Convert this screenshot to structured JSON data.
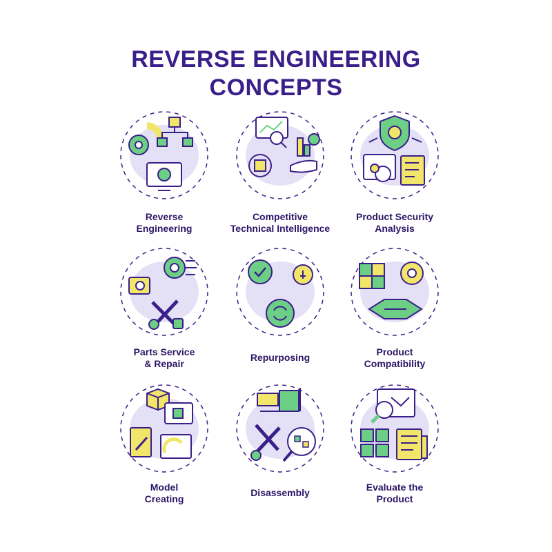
{
  "title": {
    "line1": "REVERSE ENGINEERING",
    "line2": "CONCEPTS"
  },
  "palette": {
    "outline": "#3a1f8a",
    "green": "#6ccf85",
    "yellow": "#f2e66a",
    "blob": "#e4e0f5"
  },
  "concepts": [
    {
      "line1": "Reverse",
      "line2": "Engineering",
      "icon": "reverse-engineering-icon"
    },
    {
      "line1": "Competitive",
      "line2": "Technical Intelligence",
      "icon": "competitive-intelligence-icon"
    },
    {
      "line1": "Product Security",
      "line2": "Analysis",
      "icon": "security-analysis-icon"
    },
    {
      "line1": "Parts Service",
      "line2": "& Repair",
      "icon": "parts-repair-icon"
    },
    {
      "line1": "Repurposing",
      "line2": "",
      "icon": "repurposing-icon"
    },
    {
      "line1": "Product",
      "line2": "Compatibility",
      "icon": "compatibility-icon"
    },
    {
      "line1": "Model",
      "line2": "Creating",
      "icon": "model-creating-icon"
    },
    {
      "line1": "Disassembly",
      "line2": "",
      "icon": "disassembly-icon"
    },
    {
      "line1": "Evaluate the",
      "line2": "Product",
      "icon": "evaluate-product-icon"
    }
  ]
}
